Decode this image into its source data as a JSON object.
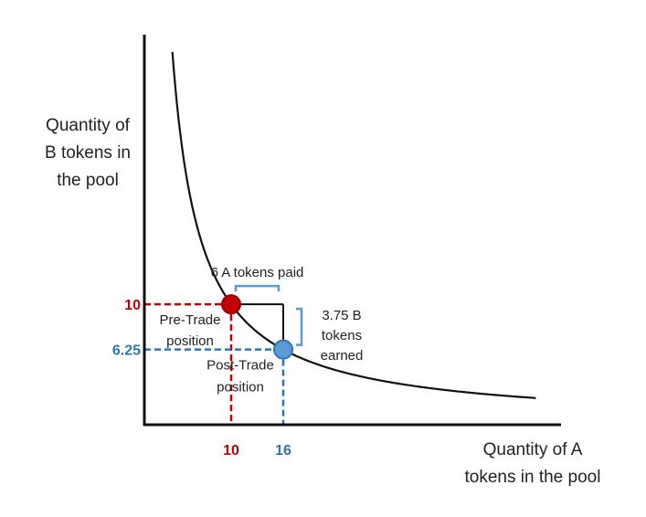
{
  "chart_data": {
    "type": "line",
    "title": "",
    "curve": {
      "k": 100,
      "x_range": [
        3.23,
        45.1
      ]
    },
    "x": [
      3.23,
      4,
      6,
      8,
      10,
      12,
      14,
      16,
      20,
      25,
      30,
      35,
      40,
      45.1
    ],
    "y": [
      30.96,
      25,
      16.67,
      12.5,
      10,
      8.33,
      7.14,
      6.25,
      5,
      4,
      3.33,
      2.86,
      2.5,
      2.22
    ],
    "xlim": [
      0,
      48
    ],
    "ylim": [
      0,
      33
    ],
    "xlabel": [
      "Quantity of A",
      "tokens in the pool"
    ],
    "ylabel": [
      "Quantity of",
      "B tokens in",
      "the pool"
    ],
    "points": [
      {
        "x": 10,
        "y": 10,
        "x_tick": "10",
        "y_tick": "10",
        "label": [
          "Pre-Trade",
          "position"
        ],
        "color": "#c00000"
      },
      {
        "x": 16,
        "y": 6.25,
        "x_tick": "16",
        "y_tick": "6.25",
        "label": [
          "Post-Trade",
          "position"
        ],
        "color": "#2e75b6"
      }
    ],
    "annotations": {
      "paid": "6 A tokens paid",
      "earned": [
        "3.75 B",
        "tokens",
        "earned"
      ]
    },
    "colors": {
      "curve": "#111111",
      "axis": "#111111",
      "bracket": "#5b9bd5",
      "pre_fill": "#c00000",
      "pre_stroke": "#a00000",
      "post_fill": "#5b9bd5",
      "post_stroke": "#2e75b6"
    }
  }
}
